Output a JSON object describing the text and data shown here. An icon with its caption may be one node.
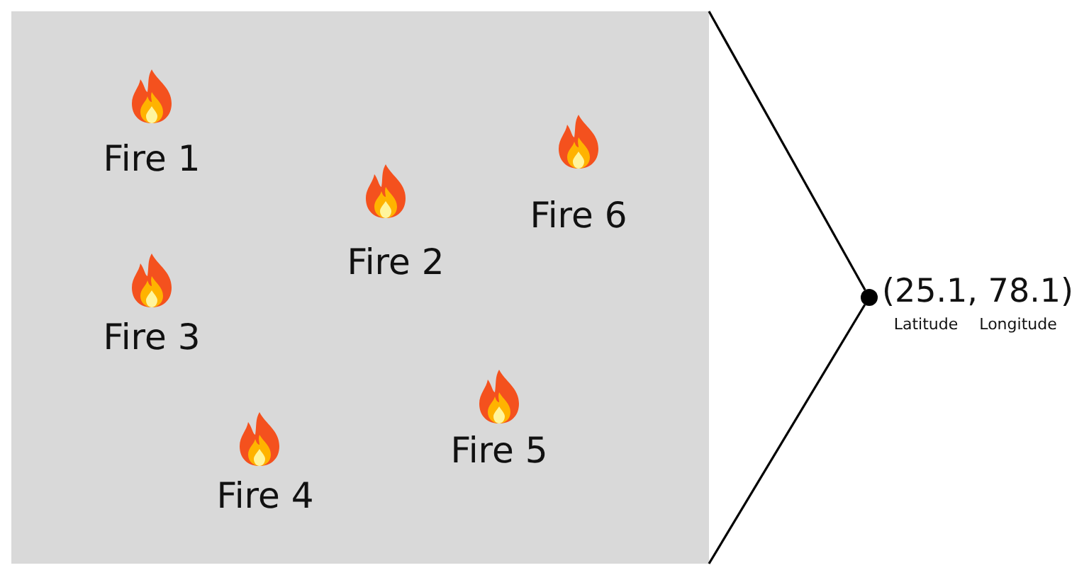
{
  "diagram": {
    "nodes": [
      {
        "text": [],
        "shape": "box"
      },
      {
        "text": [],
        "shape": "circle",
        "beside": [
          "(25.1, 78.1)"
        ]
      }
    ],
    "edges": [
      {
        "from": 0,
        "to": 1,
        "arrow": "none"
      },
      {
        "from": 0,
        "to": 1,
        "arrow": "none"
      }
    ],
    "labels": [
      "Fire 1",
      "Fire 6",
      "Fire 2",
      "Fire 3",
      "Fire 5",
      "Fire 4",
      "Latitude",
      "Longitude"
    ]
  }
}
